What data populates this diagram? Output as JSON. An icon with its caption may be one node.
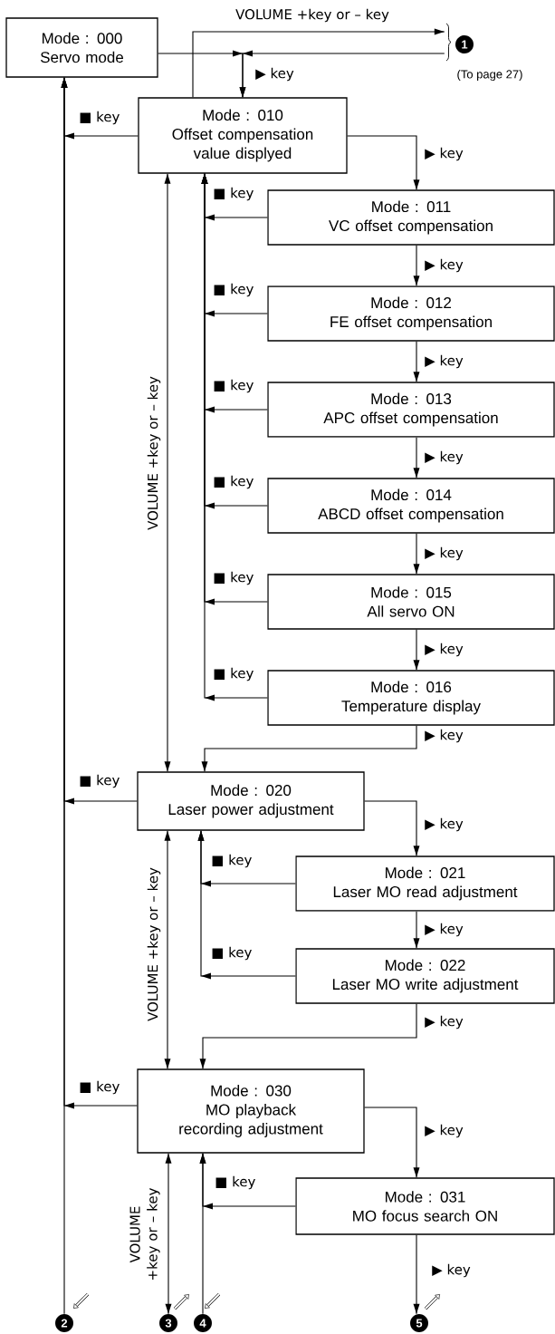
{
  "diagram": {
    "nodes": [
      {
        "text": [
          "Mode : 000",
          "Servo mode"
        ]
      },
      {
        "text": [
          "Mode : 010",
          "Offset compensation value displyed"
        ]
      },
      {
        "text": [
          "Mode : 011",
          "VC offset compensation"
        ]
      },
      {
        "text": [
          "Mode : 012",
          "FE offset compensation"
        ]
      },
      {
        "text": [
          "Mode : 013",
          "APC offset compensation"
        ]
      },
      {
        "text": [
          "Mode : 014",
          "ABCD offset compensation"
        ]
      },
      {
        "text": [
          "Mode : 015",
          "All servo ON"
        ]
      },
      {
        "text": [
          "Mode : 016",
          "Temperature display"
        ]
      },
      {
        "text": [
          "Mode : 020",
          "Laser power adjustment"
        ]
      },
      {
        "text": [
          "Mode : 021",
          "Laser MO read adjustment"
        ]
      },
      {
        "text": [
          "Mode : 022",
          "Laser MO write adjustment"
        ]
      },
      {
        "text": [
          "Mode : 030",
          "MO playback recording adjustment"
        ]
      },
      {
        "text": [
          "Mode : 031",
          "MO focus search ON"
        ]
      },
      {
        "text": [
          "1"
        ],
        "beside": [
          "(To page 27)"
        ]
      },
      {
        "text": [
          "2"
        ]
      },
      {
        "text": [
          "3"
        ]
      },
      {
        "text": [
          "4"
        ]
      },
      {
        "text": [
          "5"
        ]
      }
    ],
    "edges": [
      {
        "from": 0,
        "to": 1,
        "arrow": "to",
        "label": "▶ key"
      },
      {
        "from": 13,
        "to": 1,
        "arrow": "to"
      },
      {
        "from": 1,
        "to": 13,
        "arrow": "to",
        "label": "VOLUME +key or – key"
      },
      {
        "from": 1,
        "to": 0,
        "arrow": "to",
        "label": "■ key"
      },
      {
        "from": 8,
        "to": 0,
        "arrow": "to",
        "label": "■ key"
      },
      {
        "from": 11,
        "to": 0,
        "arrow": "to",
        "label": "■ key"
      },
      {
        "from": 14,
        "to": 0,
        "arrow": "to"
      },
      {
        "from": 1,
        "to": 2,
        "arrow": "to",
        "label": "▶ key"
      },
      {
        "from": 2,
        "to": 3,
        "arrow": "to",
        "label": "▶ key"
      },
      {
        "from": 3,
        "to": 4,
        "arrow": "to",
        "label": "▶ key"
      },
      {
        "from": 4,
        "to": 5,
        "arrow": "to",
        "label": "▶ key"
      },
      {
        "from": 5,
        "to": 6,
        "arrow": "to",
        "label": "▶ key"
      },
      {
        "from": 6,
        "to": 7,
        "arrow": "to",
        "label": "▶ key"
      },
      {
        "from": 7,
        "to": 8,
        "arrow": "to",
        "label": "▶ key"
      },
      {
        "from": 2,
        "to": 1,
        "arrow": "to",
        "label": "■ key"
      },
      {
        "from": 3,
        "to": 1,
        "arrow": "to",
        "label": "■ key"
      },
      {
        "from": 4,
        "to": 1,
        "arrow": "to",
        "label": "■ key"
      },
      {
        "from": 5,
        "to": 1,
        "arrow": "to",
        "label": "■ key"
      },
      {
        "from": 6,
        "to": 1,
        "arrow": "to",
        "label": "■ key"
      },
      {
        "from": 7,
        "to": 1,
        "arrow": "to",
        "label": "■ key"
      },
      {
        "from": 1,
        "to": 8,
        "arrow": "both",
        "label": "VOLUME +key or – key"
      },
      {
        "from": 8,
        "to": 9,
        "arrow": "to",
        "label": "▶ key"
      },
      {
        "from": 9,
        "to": 10,
        "arrow": "to",
        "label": "▶ key"
      },
      {
        "from": 10,
        "to": 11,
        "arrow": "to",
        "label": "▶ key"
      },
      {
        "from": 9,
        "to": 8,
        "arrow": "to",
        "label": "■ key"
      },
      {
        "from": 10,
        "to": 8,
        "arrow": "to",
        "label": "■ key"
      },
      {
        "from": 8,
        "to": 11,
        "arrow": "both",
        "label": "VOLUME +key or – key"
      },
      {
        "from": 11,
        "to": 12,
        "arrow": "to",
        "label": "▶ key"
      },
      {
        "from": 12,
        "to": 11,
        "arrow": "to",
        "label": "■ key"
      },
      {
        "from": 16,
        "to": 11,
        "arrow": "to"
      },
      {
        "from": 11,
        "to": 15,
        "arrow": "both",
        "label": "VOLUME +key or – key"
      },
      {
        "from": 12,
        "to": 17,
        "arrow": "to",
        "label": "▶ key"
      }
    ]
  }
}
